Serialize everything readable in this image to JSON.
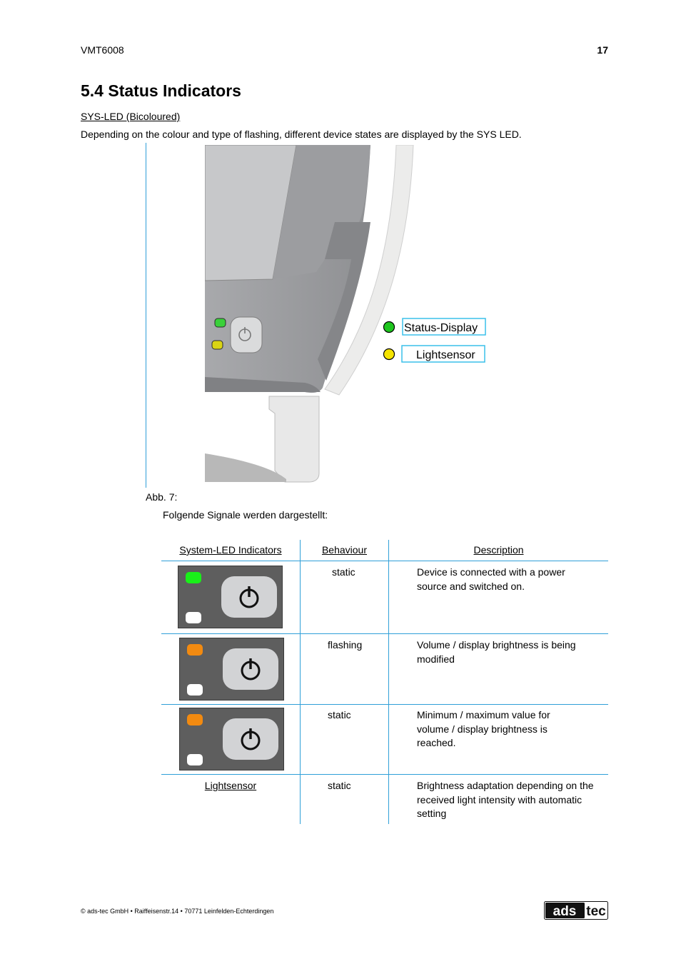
{
  "header": {
    "doc_id": "VMT6008",
    "page_number": "17"
  },
  "section_title": "5.4  Status Indicators",
  "subheading": "SYS-LED (Bicoloured)",
  "intro": "Depending on the colour and type of flashing, different device states are displayed by the SYS LED.",
  "figure": {
    "labels": [
      {
        "text": "Status-Display",
        "color": "#1ec51e"
      },
      {
        "text": "Lightsensor",
        "color": "#f5e400"
      }
    ]
  },
  "caption": "Abb. 7:",
  "lead": "Folgende Signale werden dargestellt:",
  "table": {
    "headers": [
      "System-LED Indicators",
      "Behaviour",
      "Description"
    ],
    "rows": [
      {
        "led_color": "#19f019",
        "behaviour": "static",
        "description": "Device is connected with a power source and switched on."
      },
      {
        "led_color": "#f28a10",
        "behaviour": "flashing",
        "description": "Volume / display brightness is being modified"
      },
      {
        "led_color": "#f28a10",
        "behaviour": "static",
        "description": "Minimum / maximum value for volume / display brightness is reached."
      },
      {
        "indicator_text": "Lightsensor",
        "behaviour": "static",
        "description": "Brightness adaptation depending on the received light intensity with automatic setting"
      }
    ]
  },
  "footer": "© ads-tec GmbH • Raiffeisenstr.14 • 70771 Leinfelden-Echterdingen",
  "logo": {
    "left": "ads",
    "right": "tec"
  }
}
